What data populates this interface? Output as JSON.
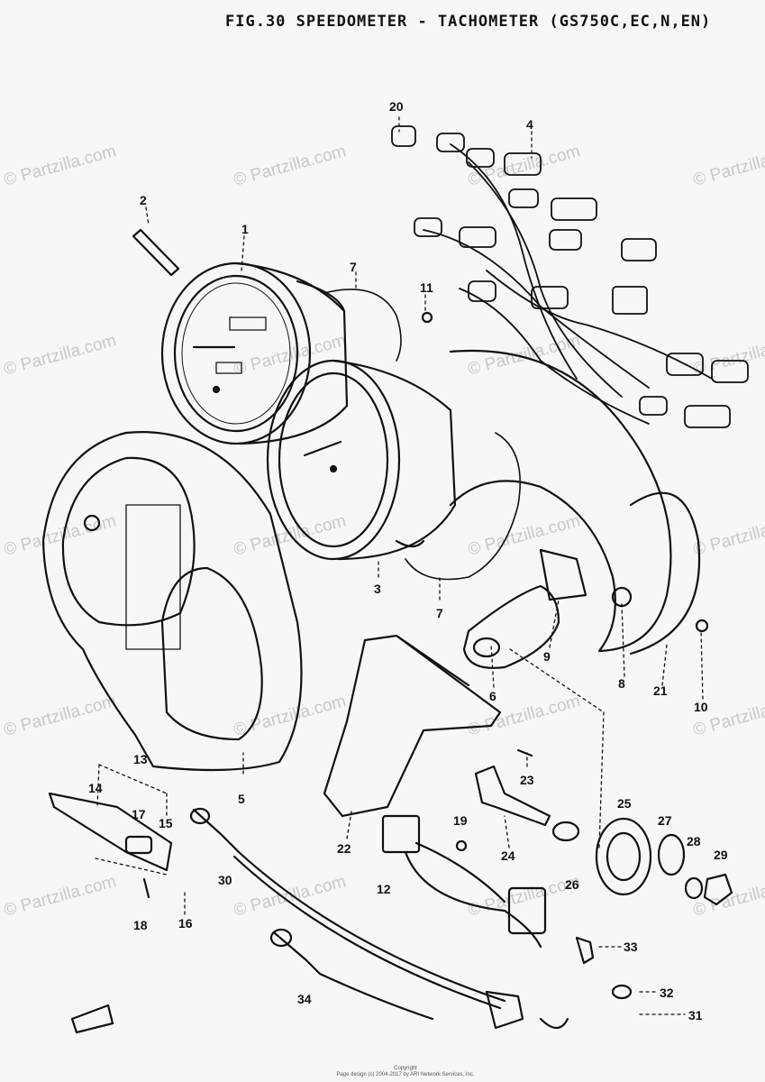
{
  "title": "FIG.30  SPEEDOMETER - TACHOMETER (GS750C,EC,N,EN)",
  "watermark_text": "© Partzilla.com",
  "copyright_lines": [
    "Copyright",
    "Page design (c) 2004-2017 by ARI Network Services, Inc."
  ],
  "callouts": [
    "20",
    "4",
    "2",
    "1",
    "7",
    "11",
    "3",
    "7",
    "9",
    "8",
    "21",
    "10",
    "6",
    "13",
    "14",
    "17",
    "15",
    "5",
    "18",
    "16",
    "22",
    "23",
    "19",
    "24",
    "25",
    "27",
    "26",
    "28",
    "29",
    "30",
    "12",
    "33",
    "32",
    "34",
    "31"
  ]
}
